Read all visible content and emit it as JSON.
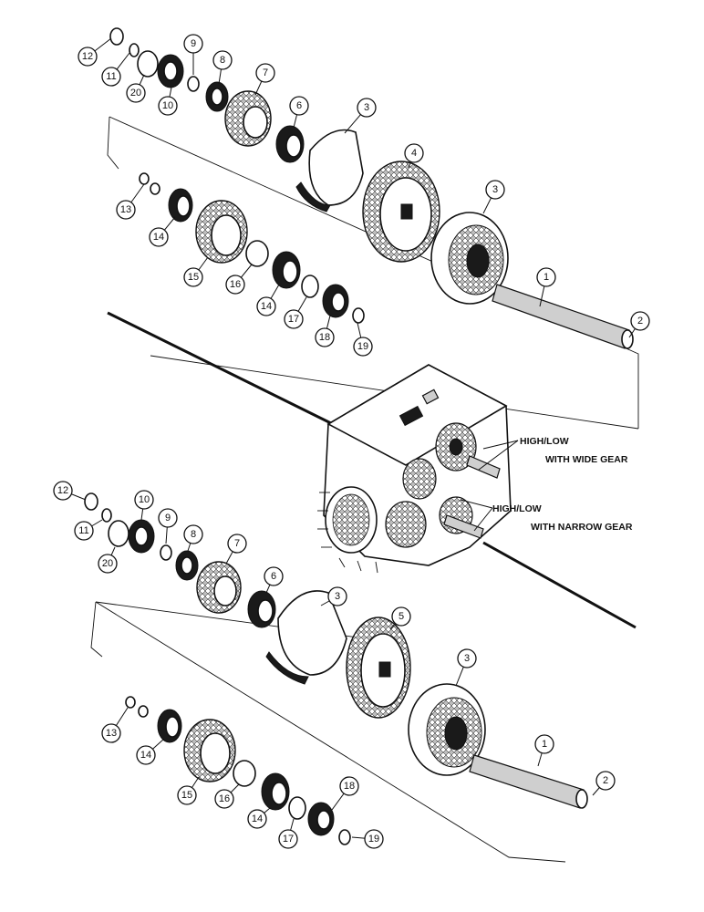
{
  "labels": {
    "wide_line1": "HIGH/LOW",
    "wide_line2": "WITH WIDE GEAR",
    "narrow_line1": "HIGH/LOW",
    "narrow_line2": "WITH NARROW GEAR"
  },
  "callouts_top": [
    {
      "id": "12",
      "text": "12"
    },
    {
      "id": "11",
      "text": "11"
    },
    {
      "id": "20",
      "text": "20"
    },
    {
      "id": "10",
      "text": "10"
    },
    {
      "id": "9",
      "text": "9"
    },
    {
      "id": "8",
      "text": "8"
    },
    {
      "id": "7",
      "text": "7"
    },
    {
      "id": "6",
      "text": "6"
    },
    {
      "id": "3a",
      "text": "3"
    },
    {
      "id": "4",
      "text": "4"
    },
    {
      "id": "3b",
      "text": "3"
    },
    {
      "id": "13",
      "text": "13"
    },
    {
      "id": "14a",
      "text": "14"
    },
    {
      "id": "15",
      "text": "15"
    },
    {
      "id": "16",
      "text": "16"
    },
    {
      "id": "14b",
      "text": "14"
    },
    {
      "id": "17",
      "text": "17"
    },
    {
      "id": "18",
      "text": "18"
    },
    {
      "id": "19",
      "text": "19"
    },
    {
      "id": "1",
      "text": "1"
    },
    {
      "id": "2",
      "text": "2"
    }
  ],
  "callouts_bottom": [
    {
      "id": "12",
      "text": "12"
    },
    {
      "id": "11",
      "text": "11"
    },
    {
      "id": "20",
      "text": "20"
    },
    {
      "id": "10",
      "text": "10"
    },
    {
      "id": "9",
      "text": "9"
    },
    {
      "id": "8",
      "text": "8"
    },
    {
      "id": "7",
      "text": "7"
    },
    {
      "id": "6",
      "text": "6"
    },
    {
      "id": "3a",
      "text": "3"
    },
    {
      "id": "5",
      "text": "5"
    },
    {
      "id": "3b",
      "text": "3"
    },
    {
      "id": "13",
      "text": "13"
    },
    {
      "id": "14a",
      "text": "14"
    },
    {
      "id": "15",
      "text": "15"
    },
    {
      "id": "16",
      "text": "16"
    },
    {
      "id": "14b",
      "text": "14"
    },
    {
      "id": "17",
      "text": "17"
    },
    {
      "id": "18",
      "text": "18"
    },
    {
      "id": "19",
      "text": "19"
    },
    {
      "id": "1",
      "text": "1"
    },
    {
      "id": "2",
      "text": "2"
    }
  ]
}
